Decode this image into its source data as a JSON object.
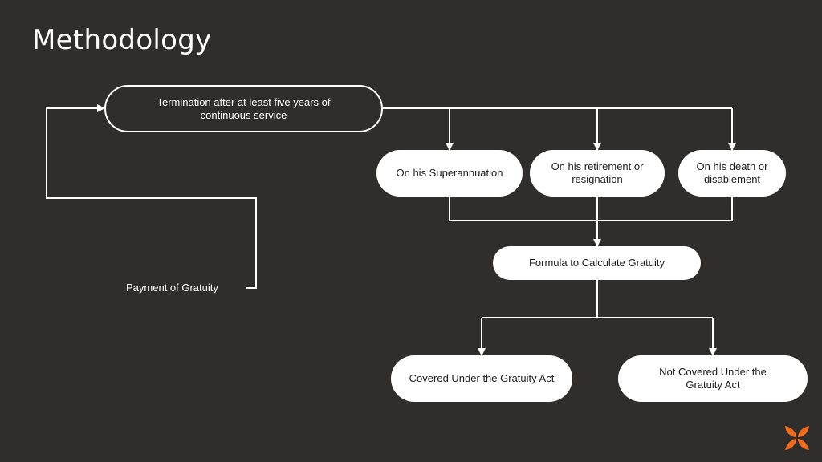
{
  "slide": {
    "title": "Methodology"
  },
  "diagram": {
    "root": "Termination after at least five years of continuous service",
    "triggers": [
      "On his Superannuation",
      "On his retirement or resignation",
      "On his death or disablement"
    ],
    "formula": "Formula to Calculate Gratuity",
    "outcomes": [
      "Covered Under the Gratuity Act",
      "Not Covered Under the Gratuity Act"
    ],
    "loop_label": "Payment of Gratuity"
  },
  "colors": {
    "background": "#302e2c",
    "node_fill": "#ffffff",
    "connector": "#ffffff",
    "logo_accent": "#f26b1d"
  },
  "icons": {
    "brand_logo": "butterfly-logo-icon"
  }
}
